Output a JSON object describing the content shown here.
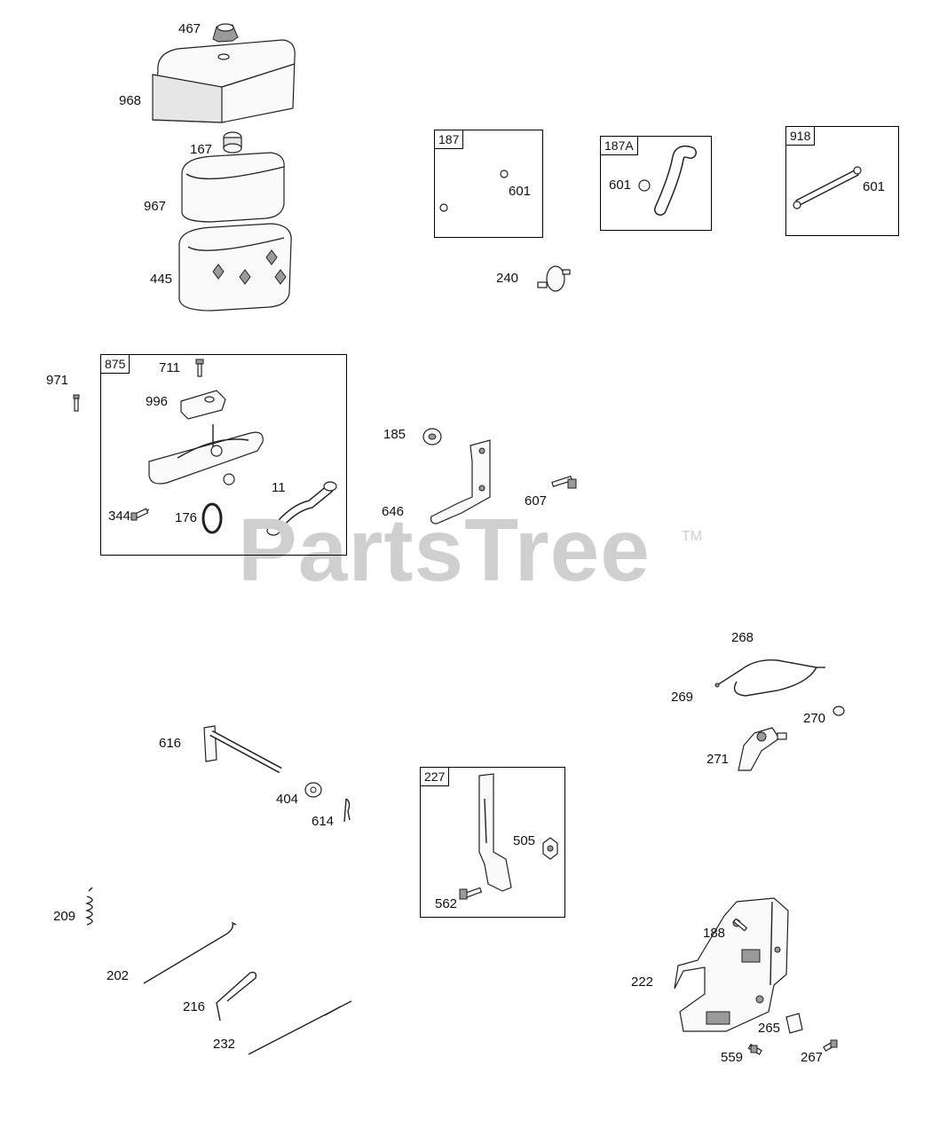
{
  "watermark": {
    "brand": "PartsTree",
    "trademark": "TM"
  },
  "boxes": [
    {
      "id": "box-187",
      "tag": "187"
    },
    {
      "id": "box-187a",
      "tag": "187A"
    },
    {
      "id": "box-918",
      "tag": "918"
    },
    {
      "id": "box-875",
      "tag": "875"
    },
    {
      "id": "box-227",
      "tag": "227"
    }
  ],
  "labels": {
    "p467": "467",
    "p968": "968",
    "p167": "167",
    "p967": "967",
    "p445": "445",
    "p601_a": "601",
    "p601_b": "601",
    "p601_c": "601",
    "p240": "240",
    "p971": "971",
    "p711": "711",
    "p996": "996",
    "p344": "344",
    "p176": "176",
    "p11": "11",
    "p185": "185",
    "p646": "646",
    "p607": "607",
    "p268": "268",
    "p269": "269",
    "p270": "270",
    "p271": "271",
    "p616": "616",
    "p404": "404",
    "p614": "614",
    "p505": "505",
    "p562": "562",
    "p209": "209",
    "p202": "202",
    "p216": "216",
    "p232": "232",
    "p188": "188",
    "p222": "222",
    "p265": "265",
    "p559": "559",
    "p267": "267"
  }
}
